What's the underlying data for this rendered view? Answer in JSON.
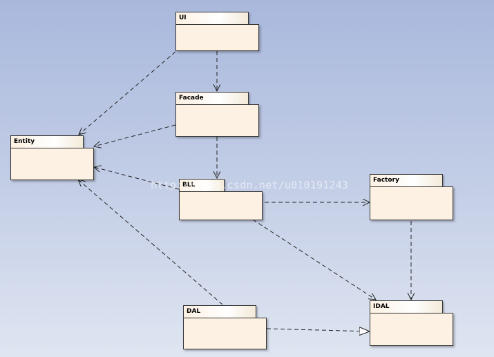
{
  "packages": {
    "ui": "UI",
    "facade": "Facade",
    "entity": "Entity",
    "bll": "BLL",
    "factory": "Factory",
    "dal": "DAL",
    "idal": "IDAL"
  },
  "watermark": "http://blog.csdn.net/u010191243",
  "colors": {
    "package_fill": "#fdf1e3",
    "package_border": "#333333",
    "edge": "#222222",
    "background_top": "#a9b8dc",
    "background_bottom": "#dfe5f1"
  }
}
